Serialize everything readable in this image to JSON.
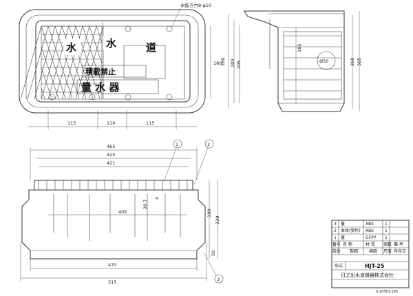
{
  "top_view": {
    "text_suido_1": "水",
    "text_suido_2": "水",
    "text_suido_3": "道",
    "text_load": "積載禁止",
    "text_meter": "量 水 器",
    "hole_note": "水抜き穴8-φ10",
    "dims_bottom": [
      "115",
      "110",
      "115"
    ],
    "dim_right": "180"
  },
  "side_view": {
    "dims_right": [
      "280",
      "209",
      "205",
      "185",
      "260",
      "305"
    ],
    "circle_label": "Ø50"
  },
  "front_view": {
    "dims_top": [
      "465",
      "425",
      "421"
    ],
    "dim_inner": "405",
    "dim_v1": "20.7",
    "dim_v2": "4",
    "dims_right": [
      "180",
      "230",
      "50"
    ],
    "dims_bottom": [
      "470",
      "515"
    ],
    "callouts": [
      "1",
      "2",
      "3"
    ]
  },
  "title_block": {
    "parts": [
      {
        "no": "3",
        "name": "蓋",
        "material": "ABS",
        "qty": "1"
      },
      {
        "no": "2",
        "name": "本体(受枠)",
        "material": "ABS",
        "qty": "1"
      },
      {
        "no": "1",
        "name": "蓋",
        "material": "GFPP",
        "qty": "1"
      }
    ],
    "header_cols": [
      "番号",
      "名 称",
      "材 質",
      "個数",
      "備 考"
    ],
    "footer_cols": [
      "設計",
      "製図",
      "検図",
      "尺度",
      "年月日"
    ],
    "model_label": "形式",
    "model": "HJT-25",
    "company": "日之出水道機器株式会社",
    "drawing_no": "S-18501-185"
  }
}
